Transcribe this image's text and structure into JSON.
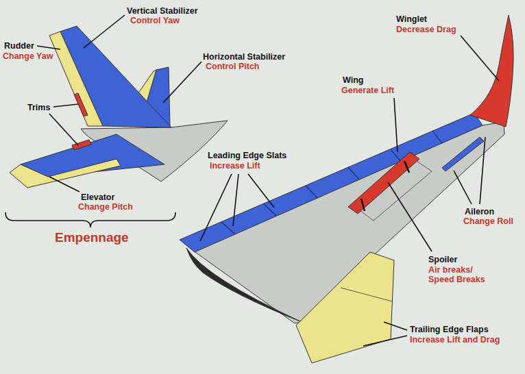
{
  "diagram": {
    "labels": [
      "Vertical Stabilizer",
      "Control Yaw",
      "Rudder",
      "Change Yaw",
      "Horizontal Stabilizer",
      "Control Pitch",
      "Trims",
      "Elevator",
      "Change Pitch",
      "Empennage",
      "Leading Edge Slats",
      "Increase Lift",
      "Wing",
      "Generate Lift",
      "Winglet",
      "Decrease Drag",
      "Aileron",
      "Change Roll",
      "Spoiler",
      "Air breaks/ Speed Breaks",
      "Trailing Edge Flaps",
      "Increase Lift and Drag"
    ]
  }
}
